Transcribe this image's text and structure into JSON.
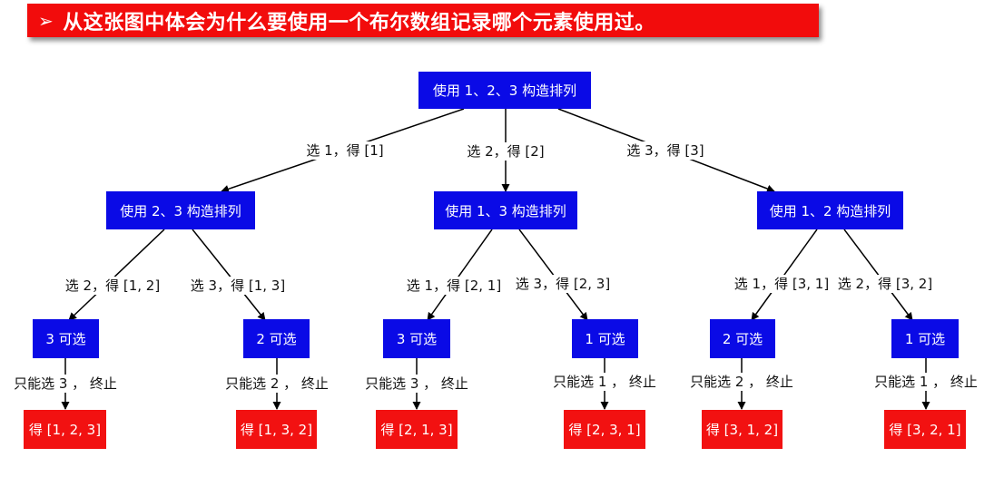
{
  "banner": {
    "bullet": "➢",
    "text": "从这张图中体会为什么要使用一个布尔数组记录哪个元素使用过。"
  },
  "colors": {
    "banner": "#f20c0c",
    "state_node": "#0a0ae6",
    "result_node": "#f21111"
  },
  "root": {
    "label": "使用 1、2、3 构造排列",
    "edges": [
      "选 1，得 [1]",
      "选 2，得 [2]",
      "选 3，得 [3]"
    ]
  },
  "level1": [
    {
      "label": "使用 2、3 构造排列",
      "edges": [
        "选 2，得 [1, 2]",
        "选 3，得 [1, 3]"
      ]
    },
    {
      "label": "使用 1、3 构造排列",
      "edges": [
        "选 1，得 [2, 1]",
        "选 3，得 [2, 3]"
      ]
    },
    {
      "label": "使用 1、2 构造排列",
      "edges": [
        "选 1，得 [3, 1]",
        "选 2，得 [3, 2]"
      ]
    }
  ],
  "level2": [
    {
      "label": "3 可选",
      "edge": "只能选 3 ， 终止",
      "result": "得 [1, 2, 3]"
    },
    {
      "label": "2 可选",
      "edge": "只能选 2 ， 终止",
      "result": "得 [1, 3, 2]"
    },
    {
      "label": "3 可选",
      "edge": "只能选 3 ， 终止",
      "result": "得 [2, 1, 3]"
    },
    {
      "label": "1 可选",
      "edge": "只能选 1 ， 终止",
      "result": "得 [2, 3, 1]"
    },
    {
      "label": "2 可选",
      "edge": "只能选 2 ， 终止",
      "result": "得 [3, 1, 2]"
    },
    {
      "label": "1 可选",
      "edge": "只能选 1 ， 终止",
      "result": "得 [3, 2, 1]"
    }
  ]
}
